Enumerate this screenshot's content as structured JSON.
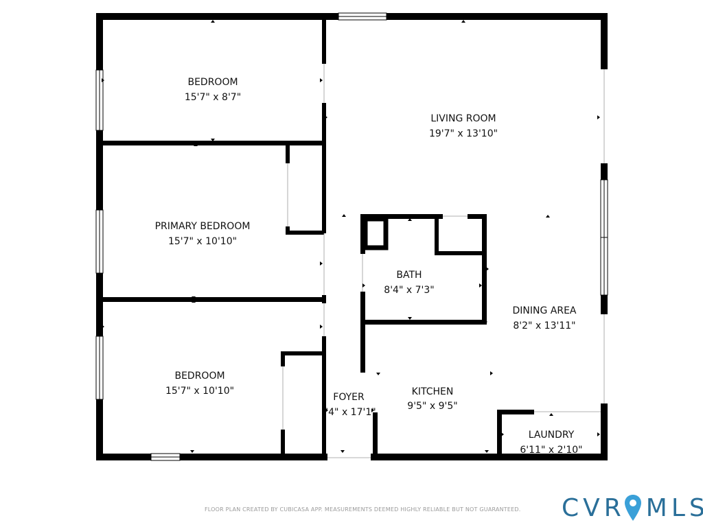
{
  "rooms": {
    "bedroom_1": {
      "name": "BEDROOM",
      "dims": "15'7\" x 8'7\""
    },
    "living_room": {
      "name": "LIVING ROOM",
      "dims": "19'7\" x 13'10\""
    },
    "primary_bedroom": {
      "name": "PRIMARY BEDROOM",
      "dims": "15'7\" x 10'10\""
    },
    "bath": {
      "name": "BATH",
      "dims": "8'4\" x 7'3\""
    },
    "dining_area": {
      "name": "DINING AREA",
      "dims": "8'2\" x 13'11\""
    },
    "bedroom_2": {
      "name": "BEDROOM",
      "dims": "15'7\" x 10'10\""
    },
    "foyer": {
      "name": "FOYER",
      "dims": "'4\" x 17'1\""
    },
    "kitchen": {
      "name": "KITCHEN",
      "dims": "9'5\" x 9'5\""
    },
    "laundry": {
      "name": "LAUNDRY",
      "dims": "6'11\" x 2'10\""
    }
  },
  "footer": {
    "disclaimer": "FLOOR PLAN CREATED BY CUBICASA APP. MEASUREMENTS DEEMED HIGHLY RELIABLE BUT NOT GUARANTEED."
  },
  "logo": {
    "text_left": "CVR",
    "text_right": "MLS",
    "pin_icon": "map-pin-icon",
    "color": "#2a6f99"
  },
  "colors": {
    "wall": "#000000",
    "window": "#ffffff",
    "background": "#ffffff"
  }
}
